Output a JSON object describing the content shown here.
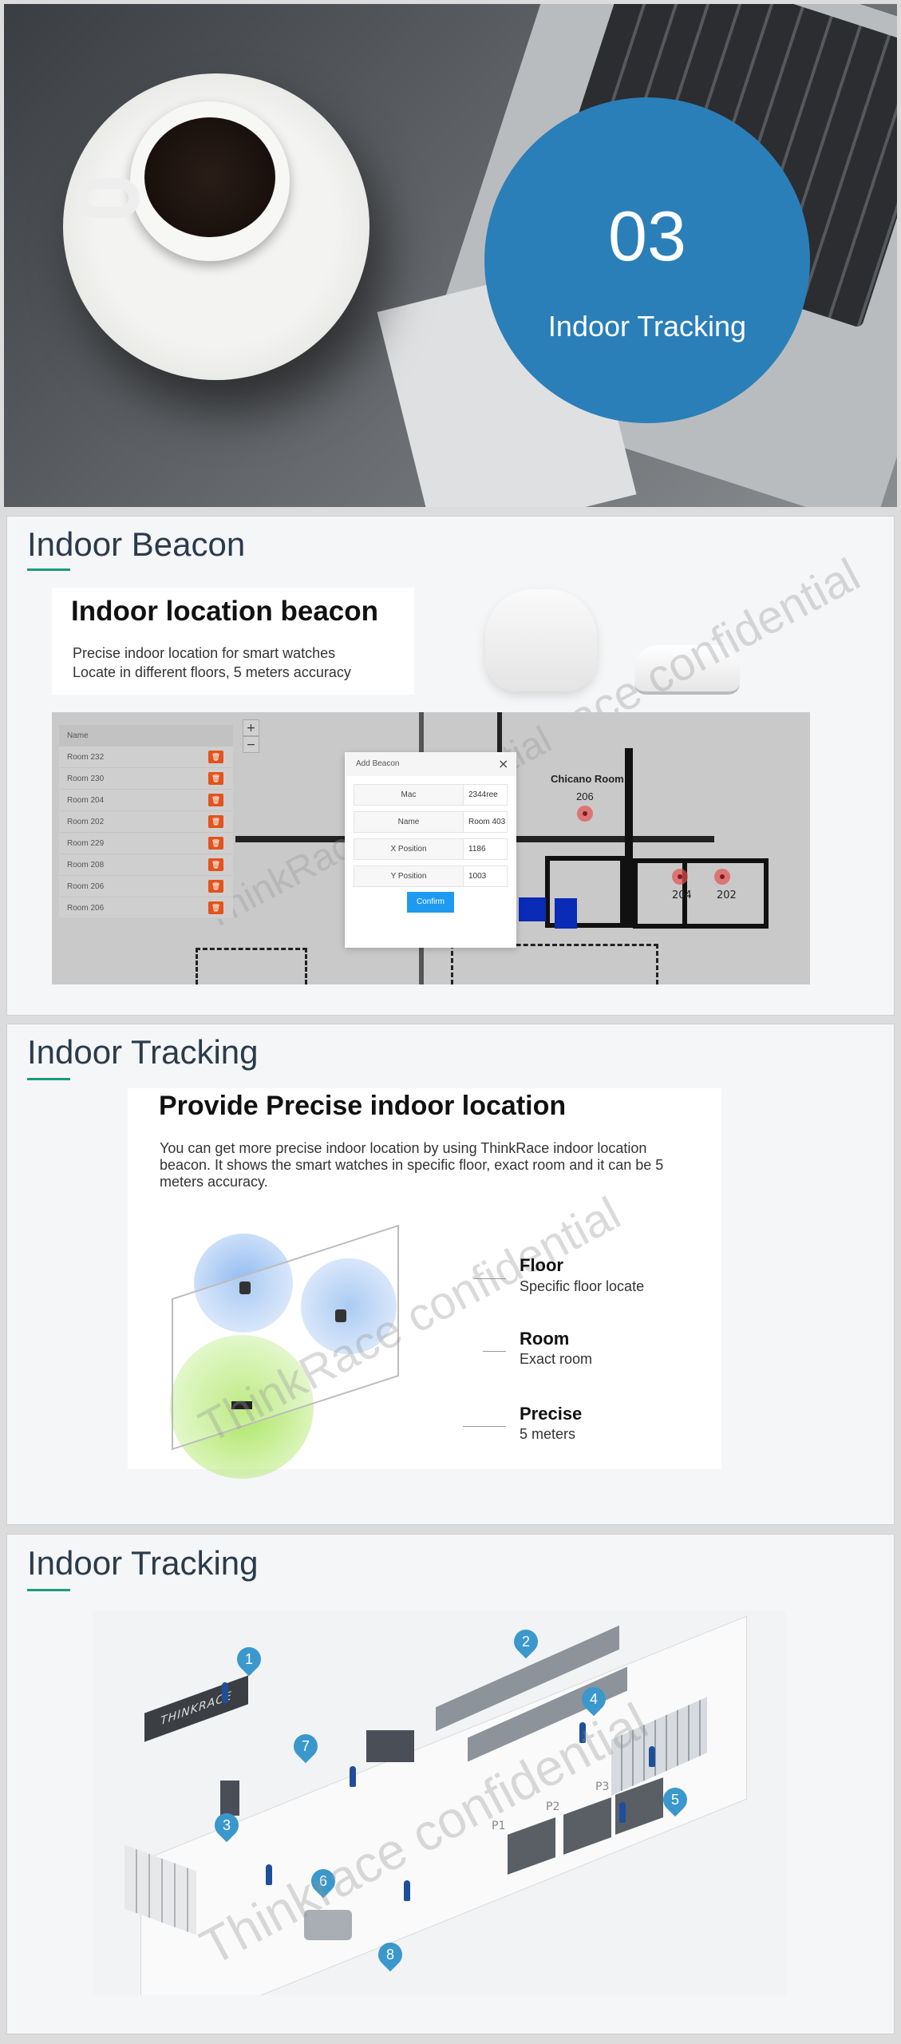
{
  "hero": {
    "number": "03",
    "title": "Indoor Tracking",
    "accent_color": "#2a7fb8"
  },
  "beacon_section": {
    "title": "Indoor Beacon",
    "card": {
      "heading": "Indoor location beacon",
      "lines": [
        "Precise indoor location for smart watches",
        "Locate in different floors, 5 meters accuracy"
      ]
    },
    "watermark": "ThinkRace confidential",
    "app": {
      "list_header": "Name",
      "rooms": [
        "Room 232",
        "Room 230",
        "Room 204",
        "Room 202",
        "Room 229",
        "Room 208",
        "Room 206",
        "Room 206"
      ],
      "zoom_in": "+",
      "zoom_out": "−",
      "dialog": {
        "title": "Add Beacon",
        "close": "×",
        "fields": [
          {
            "label": "Mac",
            "value": "2344ree"
          },
          {
            "label": "Name",
            "value": "Room 403"
          },
          {
            "label": "X Position",
            "value": "1186"
          },
          {
            "label": "Y Position",
            "value": "1003"
          }
        ],
        "confirm": "Confirm"
      },
      "map": {
        "room_name": "Chicano Room",
        "room_number": "206",
        "room_a": "204",
        "room_b": "202"
      }
    }
  },
  "tracking_section": {
    "title": "Indoor Tracking",
    "heading": "Provide Precise indoor location",
    "paragraph": "You can get more precise indoor location by using ThinkRace indoor location beacon. It shows the smart watches in specific floor, exact room and it can be 5 meters accuracy.",
    "features": [
      {
        "title": "Floor",
        "desc": "Specific floor locate"
      },
      {
        "title": "Room",
        "desc": "Exact room"
      },
      {
        "title": "Precise",
        "desc": "5 meters"
      }
    ],
    "watermark": "ThinkRace confidential"
  },
  "warehouse_section": {
    "title": "Indoor Tracking",
    "brand_sign": "THINKRACE",
    "pins": [
      "1",
      "2",
      "3",
      "4",
      "5",
      "6",
      "7",
      "8"
    ],
    "parking": [
      "P1",
      "P2",
      "P3"
    ],
    "watermark": "Thinkrace confidential"
  }
}
